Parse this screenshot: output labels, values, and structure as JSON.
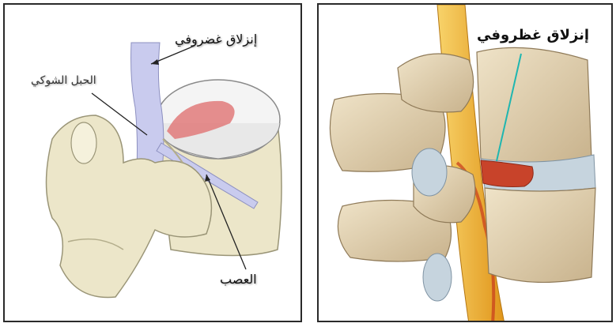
{
  "left_panel": {
    "labels": {
      "disc_herniation": "إنزلاق غضروفي",
      "spinal_cord": "الحبل الشوكي",
      "nerve": "العصب"
    }
  },
  "right_panel": {
    "labels": {
      "disc_herniation": "إنزلاق غظروفي"
    }
  },
  "colors": {
    "bone": "#e9e3c6",
    "disc_core": "#e07a7a",
    "cord": "#c9cbee",
    "nerve_yellow": "#f2b52a",
    "vertebra_beige": "#d9c9a8"
  }
}
